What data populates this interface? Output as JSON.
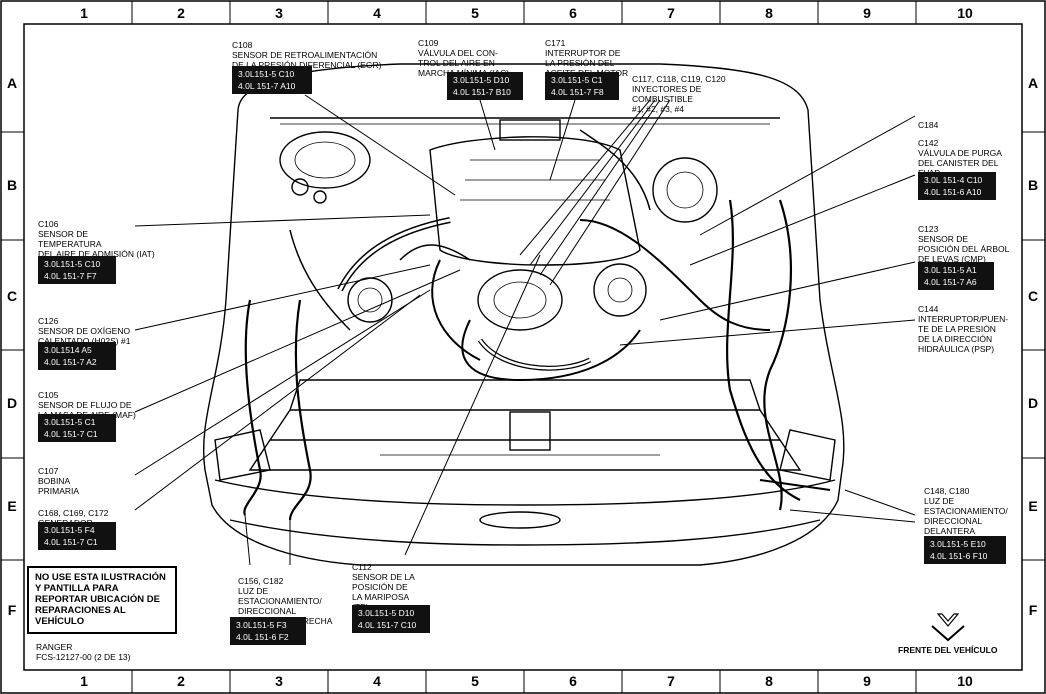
{
  "grid": {
    "columns": [
      "1",
      "2",
      "3",
      "4",
      "5",
      "6",
      "7",
      "8",
      "9",
      "10"
    ],
    "rows": [
      "A",
      "B",
      "C",
      "D",
      "E",
      "F"
    ]
  },
  "callouts": [
    {
      "id": "c108",
      "code": "C108",
      "text": "SENSOR DE RETROALIMENTACIÓN\nDE LA PRESIÓN DIFERENCIAL (EGR)",
      "loc": [
        "3.0L151-5 C10",
        "4.0L 151-7 A10"
      ]
    },
    {
      "id": "c109",
      "code": "C109",
      "text": "VÁLVULA DEL CON-\nTROL DEL AIRE EN\nMARCHA MÍNIMA (IAC)",
      "loc": [
        "3.0L151-5 D10",
        "4.0L 151-7 B10"
      ]
    },
    {
      "id": "c171",
      "code": "C171",
      "text": "INTERRUPTOR DE\nLA PRESIÓN DEL\nACEITE DEL MOTOR",
      "loc": [
        "3.0L151-5 C1",
        "4.0L 151-7 F8"
      ]
    },
    {
      "id": "c117",
      "code": "C117, C118, C119, C120",
      "text": "INYECTORES DE\nCOMBUSTIBLE\n#1, #2, #3, #4",
      "loc": []
    },
    {
      "id": "c184",
      "code": "C184",
      "text": "",
      "loc": []
    },
    {
      "id": "c142",
      "code": "C142",
      "text": "VÁLVULA DE PURGA\nDEL CANISTER DEL\nEVAP",
      "loc": [
        "3.0L 151-4 C10",
        "4.0L 151-6 A10"
      ]
    },
    {
      "id": "c106",
      "code": "C106",
      "text": "SENSOR DE\nTEMPERATURA\nDEL AIRE DE ADMISIÓN (IAT)",
      "loc": [
        "3.0L151-5 C10",
        "4.0L 151-7 F7"
      ]
    },
    {
      "id": "c123",
      "code": "C123",
      "text": "SENSOR DE\nPOSICIÓN DEL ÁRBOL\nDE LEVAS (CMP)",
      "loc": [
        "3.0L 151-5 A1",
        "4.0L 151-7 A6"
      ]
    },
    {
      "id": "c126",
      "code": "C126",
      "text": "SENSOR DE OXÍGENO\nCALENTADO (H02S) #1",
      "loc": [
        "3.0L1514 A5",
        "4.0L 151-7 A2"
      ]
    },
    {
      "id": "c144",
      "code": "C144",
      "text": "INTERRUPTOR/PUEN-\nTE DE LA PRESIÓN\nDE LA DIRECCIÓN\nHIDRÁULICA (PSP)",
      "loc": []
    },
    {
      "id": "c105",
      "code": "C105",
      "text": "SENSOR DE FLUJO DE\nLA MASA DE AIRE (MAF)",
      "loc": [
        "3.0L151-5 C1",
        "4.0L 151-7 C1"
      ]
    },
    {
      "id": "c107",
      "code": "C107",
      "text": "BOBINA\nPRIMARIA",
      "loc": []
    },
    {
      "id": "c168",
      "code": "C168, C169, C172",
      "text": "GENERADOR",
      "loc": [
        "3.0L151-5 F4",
        "4.0L 151-7 C1"
      ]
    },
    {
      "id": "c148",
      "code": "C148, C180",
      "text": "LUZ DE\nESTACIONAMIENTO/\nDIRECCIONAL\nDELANTERA\nIZQUIERDA",
      "loc": [
        "3.0L151-5 E10",
        "4.0L 151-6 F10"
      ]
    },
    {
      "id": "c156",
      "code": "C156, C182",
      "text": "LUZ DE\nESTACIONAMIENTO/\nDIRECCIONAL\nDELANTERA DERECHA",
      "loc": [
        "3.0L151-5 F3",
        "4.0L 151-6 F2"
      ]
    },
    {
      "id": "c112",
      "code": "C112",
      "text": "SENSOR DE LA\nPOSICIÓN DE\nLA MARIPOSA\n(TP)",
      "loc": [
        "3.0L151-5 D10",
        "4.0L 151-7 C10"
      ]
    }
  ],
  "warning": "NO USE ESTA ILUSTRACIÓN Y PANTILLA PARA REPORTAR UBICACIÓN DE REPARACIONES AL VEHÍCULO",
  "footer": {
    "model": "RANGER",
    "figure": "FCS-12127-00 (2 DE 13)"
  },
  "front_label": "FRENTE DEL VEHÍCULO"
}
